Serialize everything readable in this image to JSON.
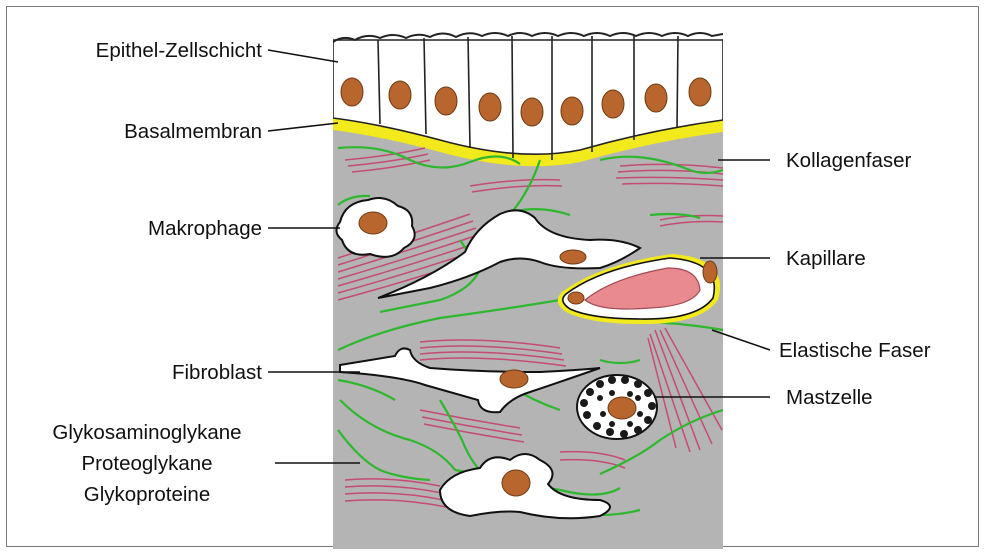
{
  "labels": {
    "epithel": "Epithel-Zellschicht",
    "basal": "Basalmembran",
    "kollagen": "Kollagenfaser",
    "makrophage": "Makrophage",
    "kapillare": "Kapillare",
    "elastisch": "Elastische Faser",
    "fibroblast": "Fibroblast",
    "mastzelle": "Mastzelle",
    "gag1": "Glykosaminoglykane",
    "gag2": "Proteoglykane",
    "gag3": "Glykoproteine"
  },
  "colors": {
    "matrix": "#b4b4b4",
    "basal_membrane": "#f2ea1c",
    "nucleus": "#b8662e",
    "collagen": "#c64b72",
    "elastic": "#2db82d",
    "capillary_blood": "#e98a8e",
    "mast_granule": "#1a1a1a"
  }
}
